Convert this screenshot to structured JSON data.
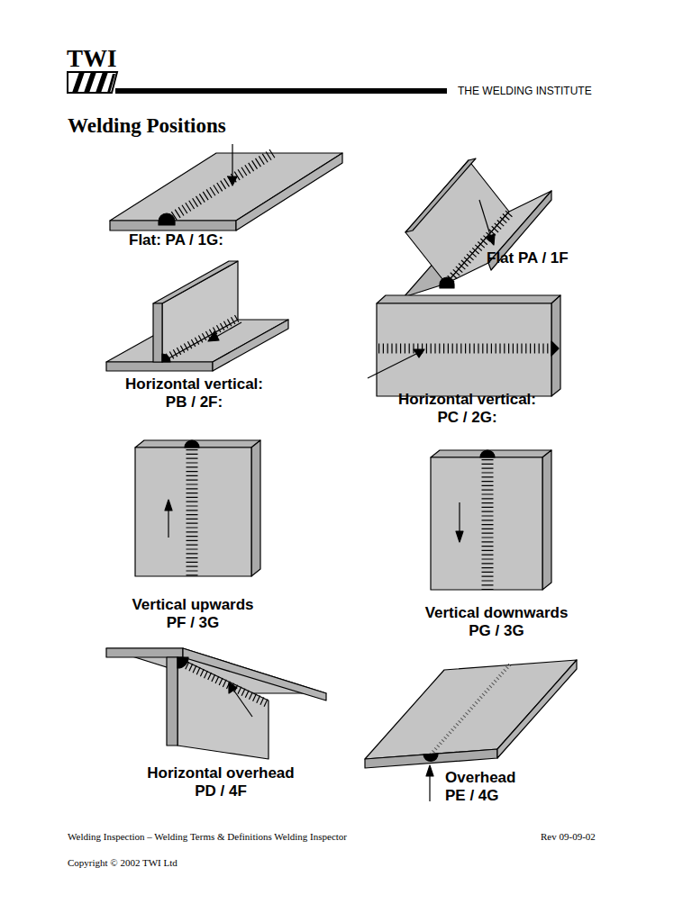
{
  "diagram": {
    "title": "Welding Positions",
    "labels": [
      "TWI",
      "THE WELDING INSTITUTE",
      "Flat: PA / 1G:",
      "Flat PA / 1F",
      "Horizontal vertical: PB / 2F:",
      "Horizontal vertical: PC / 2G:",
      "Vertical upwards PF / 3G",
      "Vertical downwards PG / 3G",
      "Horizontal overhead PD / 4F",
      "Overhead PE / 4G",
      "Welding Inspection – Welding Terms & Definitions Welding Inspector",
      "Rev 09-09-02",
      "Copyright © 2002 TWI Ltd"
    ]
  }
}
